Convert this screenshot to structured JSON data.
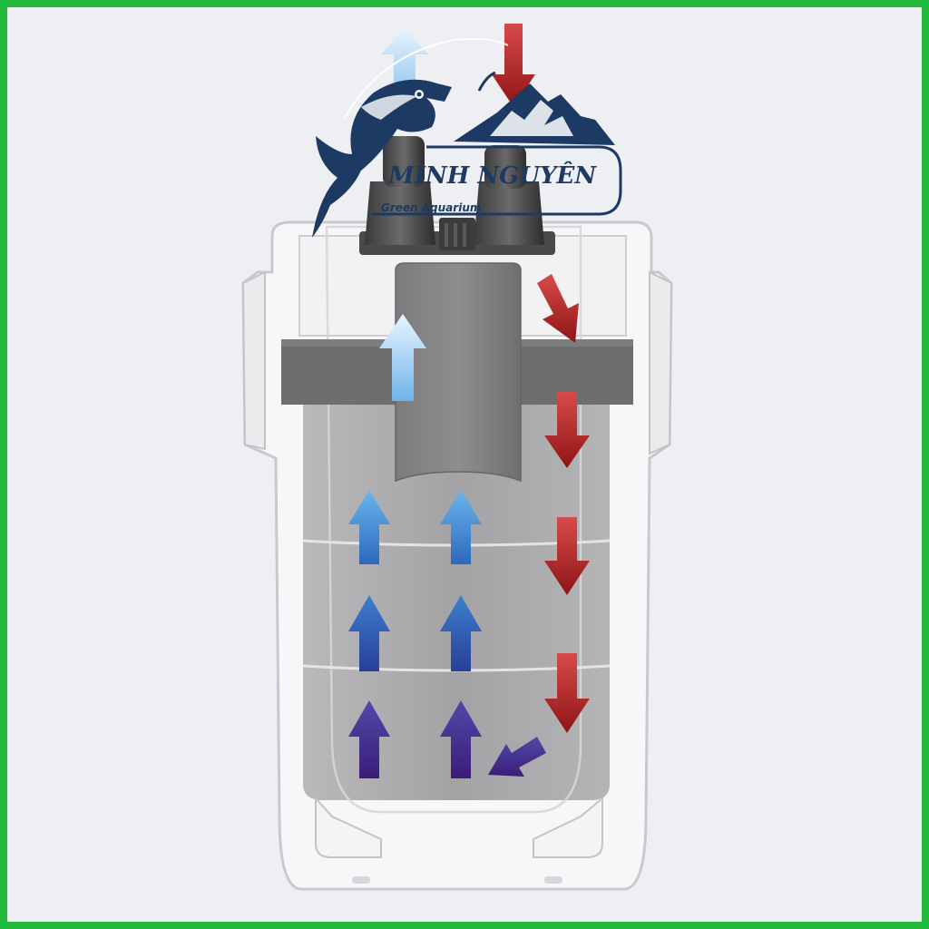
{
  "watermark": {
    "brand": "MINH NGUYÊN",
    "tagline": "Green Aquarium",
    "icons": [
      "fish-icon",
      "mountain-icon"
    ]
  },
  "diagram": {
    "subject": "canister-filter-water-flow",
    "colors": {
      "frame_border": "#22b83a",
      "background": "#eeeff3",
      "inflow_arrows": "#b02525",
      "outflow_arrows_top": "#9fd2f4",
      "outflow_arrows_mid": "#3f86d2",
      "outflow_arrows_bottom": "#4a2b8e",
      "canister_inner": "#a8a8aa",
      "clamp_band": "#6e6e70"
    },
    "filter_stages": 3
  }
}
